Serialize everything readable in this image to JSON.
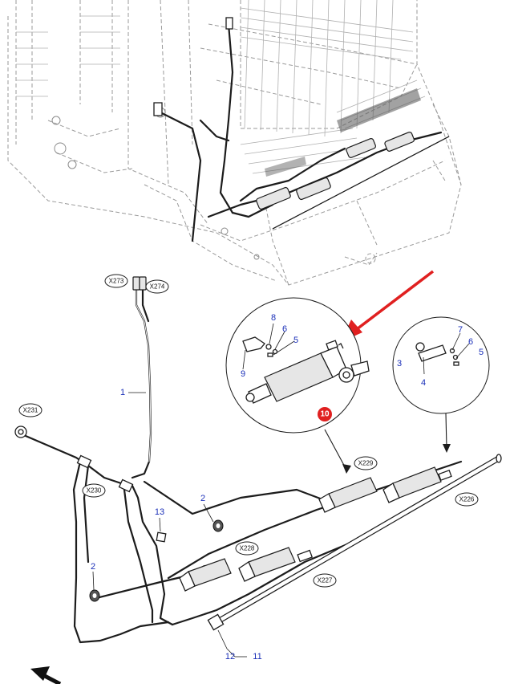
{
  "diagram": {
    "title": "Wiring harness with actuators and connectors - exploded parts view",
    "connectors": {
      "x273": "X273",
      "x274": "X274",
      "x231": "X231",
      "x230": "X230",
      "x229": "X229",
      "x228": "X228",
      "x227": "X227",
      "x226": "X226"
    },
    "callouts": {
      "harness": "1",
      "grommet_a": "2",
      "grommet_b": "2",
      "part_3": "3",
      "part_4": "4",
      "part_5_left": "5",
      "part_5_right": "5",
      "part_6_left": "6",
      "part_6_right": "6",
      "part_7": "7",
      "part_8": "8",
      "part_9": "9",
      "highlighted_part": "10",
      "part_11": "11",
      "part_12": "12",
      "part_13": "13"
    },
    "colors": {
      "highlight": "#e02020",
      "callout_text": "#1a2fb8",
      "line": "#1c1c1c"
    },
    "icons": {
      "arrow": "red-pointer-arrow",
      "orientation": "orientation-arrow"
    }
  }
}
